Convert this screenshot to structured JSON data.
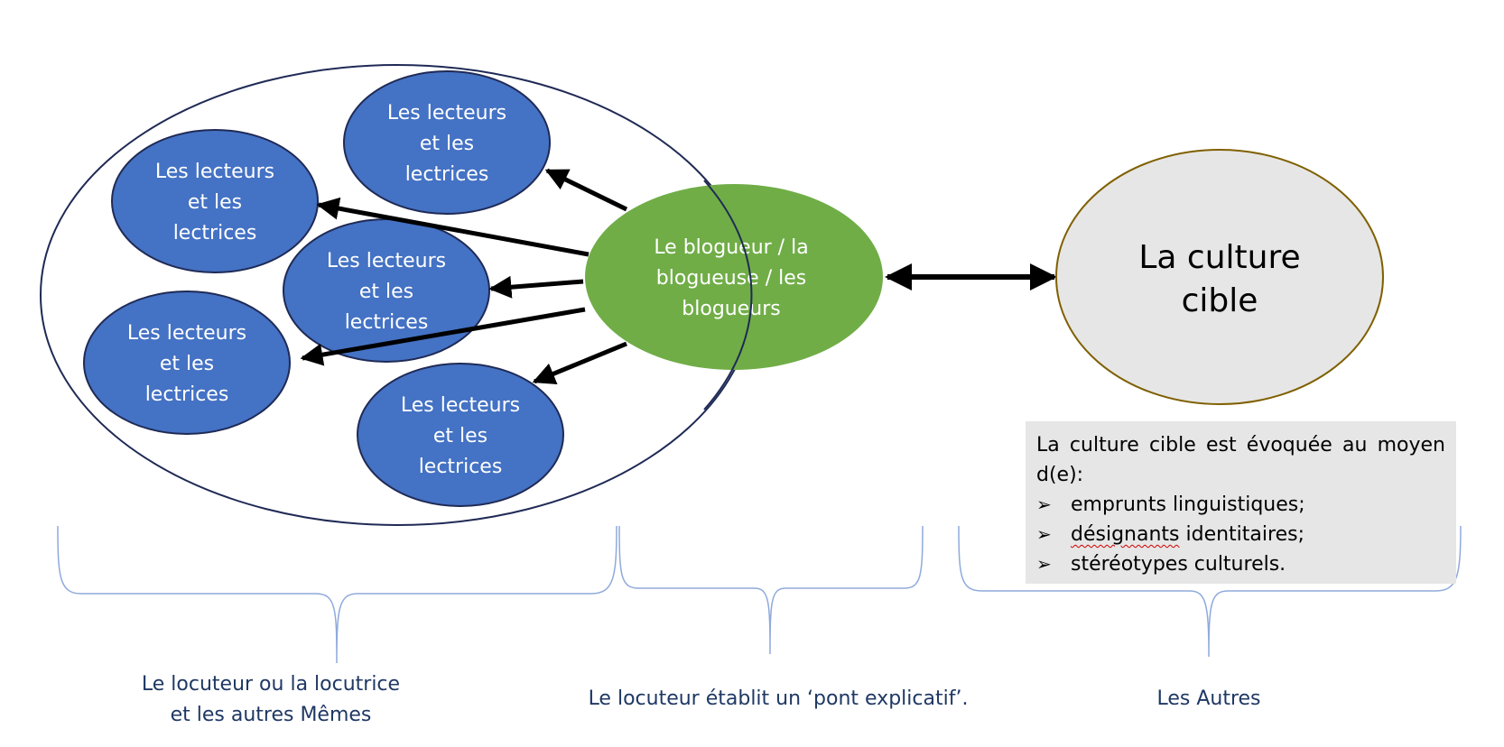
{
  "readers": [
    {
      "id": "top",
      "lines": [
        "Les lecteurs",
        "et les",
        "lectrices"
      ]
    },
    {
      "id": "upper-left",
      "lines": [
        "Les lecteurs",
        "et les",
        "lectrices"
      ]
    },
    {
      "id": "middle",
      "lines": [
        "Les lecteurs",
        "et les",
        "lectrices"
      ]
    },
    {
      "id": "lower-left",
      "lines": [
        "Les lecteurs",
        "et les",
        "lectrices"
      ]
    },
    {
      "id": "bottom",
      "lines": [
        "Les lecteurs",
        "et les",
        "lectrices"
      ]
    }
  ],
  "blogger": {
    "lines": [
      "Le blogueur / la",
      "blogueuse / les",
      "blogueurs"
    ]
  },
  "target_culture": {
    "lines": [
      "La culture",
      "cible"
    ]
  },
  "info_box": {
    "intro": "La culture cible est évoquée au moyen d(e):",
    "bullet_glyph": "➢",
    "items": [
      {
        "before": "emprunts linguistiques;",
        "flagged": "",
        "after": ""
      },
      {
        "before": "",
        "flagged": "désignants",
        "after": " identitaires;"
      },
      {
        "before": "stéréotypes culturels.",
        "flagged": "",
        "after": ""
      }
    ]
  },
  "captions": {
    "left": [
      "Le locuteur ou la locutrice",
      "et les autres Mêmes"
    ],
    "middle": "Le locuteur établit un ‘pont explicatif’.",
    "right": "Les Autres"
  },
  "colors": {
    "reader_fill": "#4472c4",
    "reader_stroke": "#1f2a55",
    "blogger_fill": "#70ad47",
    "target_fill": "#e7e6e6",
    "target_stroke": "#7f6000",
    "group_stroke": "#1f2a55",
    "brace": "#8faadc",
    "caption_text": "#1f3864"
  }
}
